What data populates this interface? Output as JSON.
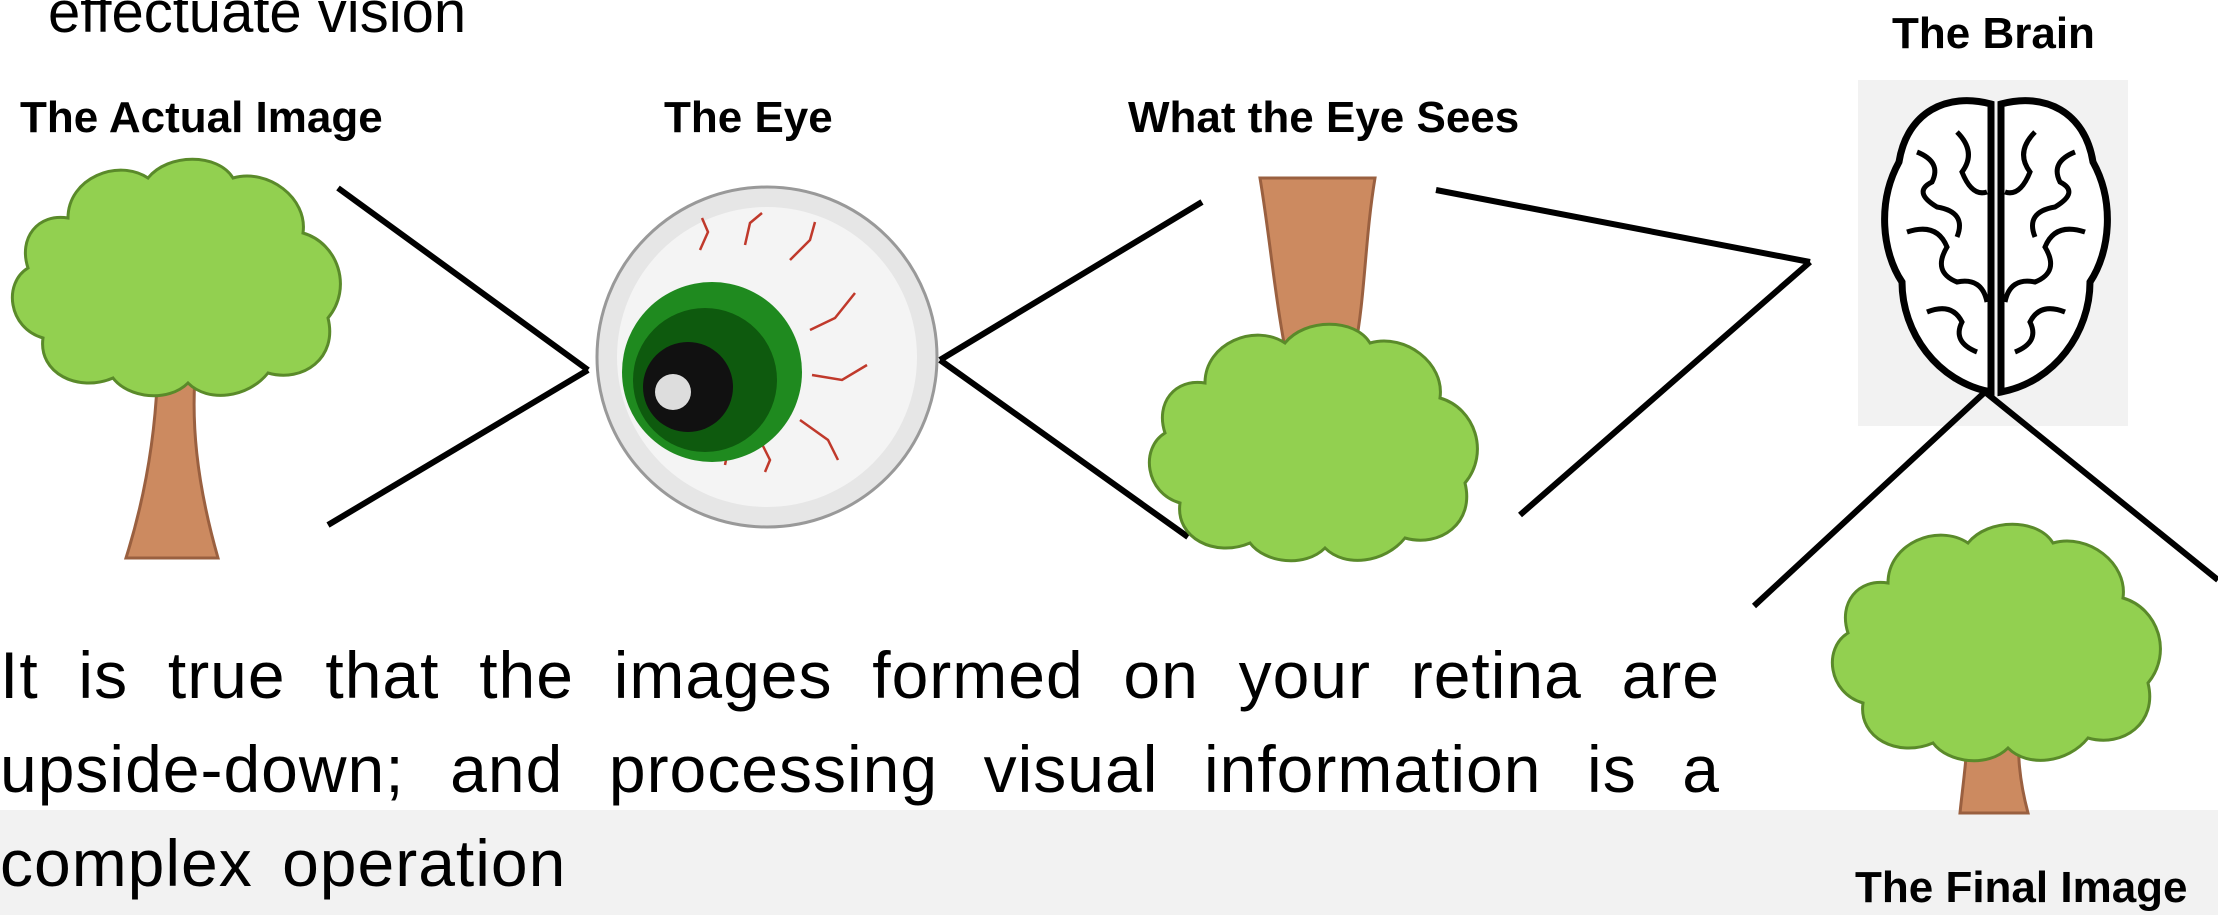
{
  "slide": {
    "top_fragment": "effectuate vision",
    "labels": {
      "actual_image": "The Actual Image",
      "eye": "The Eye",
      "what_eye_sees": "What the Eye Sees",
      "brain": "The Brain",
      "final_image": "The Final Image"
    },
    "paragraph": "It is true that the images formed on your retina are upside-down; and processing visual information is a complex operation"
  },
  "icons": {
    "actual_tree": "tree-icon",
    "eye": "eyeball-icon",
    "inverted_tree": "inverted-tree-icon",
    "brain": "brain-icon",
    "final_tree": "tree-icon"
  },
  "colors": {
    "foliage": "#92d050",
    "foliage_outline": "#5a8a2a",
    "trunk": "#cc8a60",
    "trunk_outline": "#9a6040",
    "iris": "#1f8a1f",
    "band": "#f2f2f2"
  }
}
